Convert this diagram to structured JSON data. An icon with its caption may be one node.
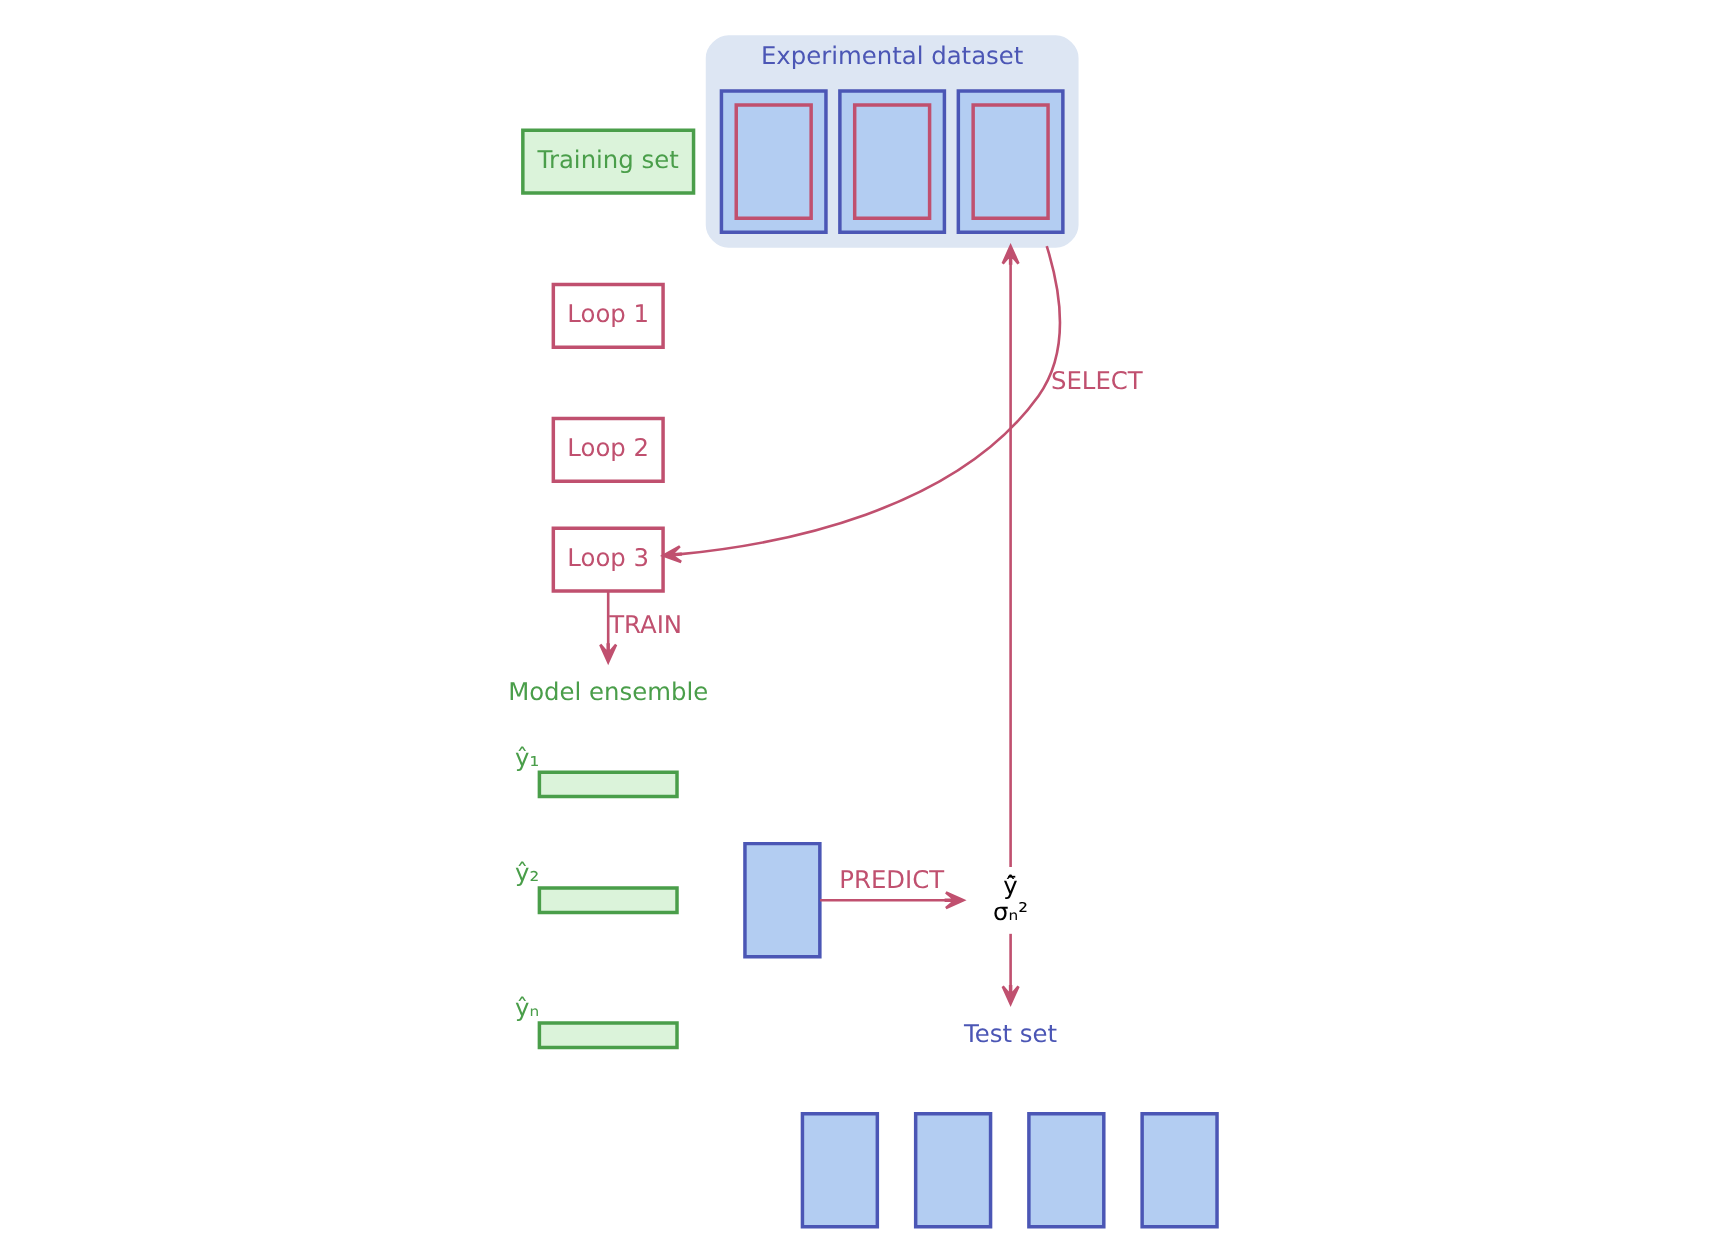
{
  "diagram": {
    "nodes": [
      {
        "text": [
          "Training set"
        ]
      },
      {
        "text": [
          "Loop 1"
        ]
      },
      {
        "text": [
          "Loop 2"
        ]
      },
      {
        "text": [
          "Loop 3"
        ]
      },
      {
        "text": [
          "Model ensemble"
        ]
      },
      {
        "text": [],
        "shape": "bar",
        "beside": [
          "ŷ₁"
        ]
      },
      {
        "text": [],
        "shape": "bar",
        "beside": [
          "ŷ₂"
        ]
      },
      {
        "text": [],
        "shape": "bar",
        "beside": [
          "ŷₙ"
        ]
      },
      {
        "text": [],
        "shape": "box"
      },
      {
        "text": [
          "ŷ̄",
          "σₙ²"
        ]
      },
      {
        "text": [
          "Experimental dataset"
        ]
      },
      {
        "text": [],
        "shape": "box",
        "in": 10
      },
      {
        "text": [],
        "shape": "box",
        "in": 11
      },
      {
        "text": [],
        "shape": "box",
        "in": 10
      },
      {
        "text": [],
        "shape": "box",
        "in": 13
      },
      {
        "text": [],
        "shape": "box",
        "in": 10
      },
      {
        "text": [],
        "shape": "box",
        "in": 15
      },
      {
        "text": [
          "Test set"
        ]
      },
      {
        "text": [],
        "shape": "box"
      },
      {
        "text": [],
        "shape": "box"
      },
      {
        "text": [],
        "shape": "box"
      },
      {
        "text": [],
        "shape": "box"
      }
    ],
    "edges": [
      {
        "from": 10,
        "to": 3,
        "arrow": "to",
        "label": "SELECT"
      },
      {
        "from": 3,
        "to": 4,
        "arrow": "to",
        "label": "TRAIN"
      },
      {
        "from": 8,
        "to": 9,
        "arrow": "to",
        "label": "PREDICT"
      },
      {
        "from": 9,
        "to": 10,
        "arrow": "to"
      },
      {
        "from": 9,
        "to": 17,
        "arrow": "to"
      }
    ]
  }
}
